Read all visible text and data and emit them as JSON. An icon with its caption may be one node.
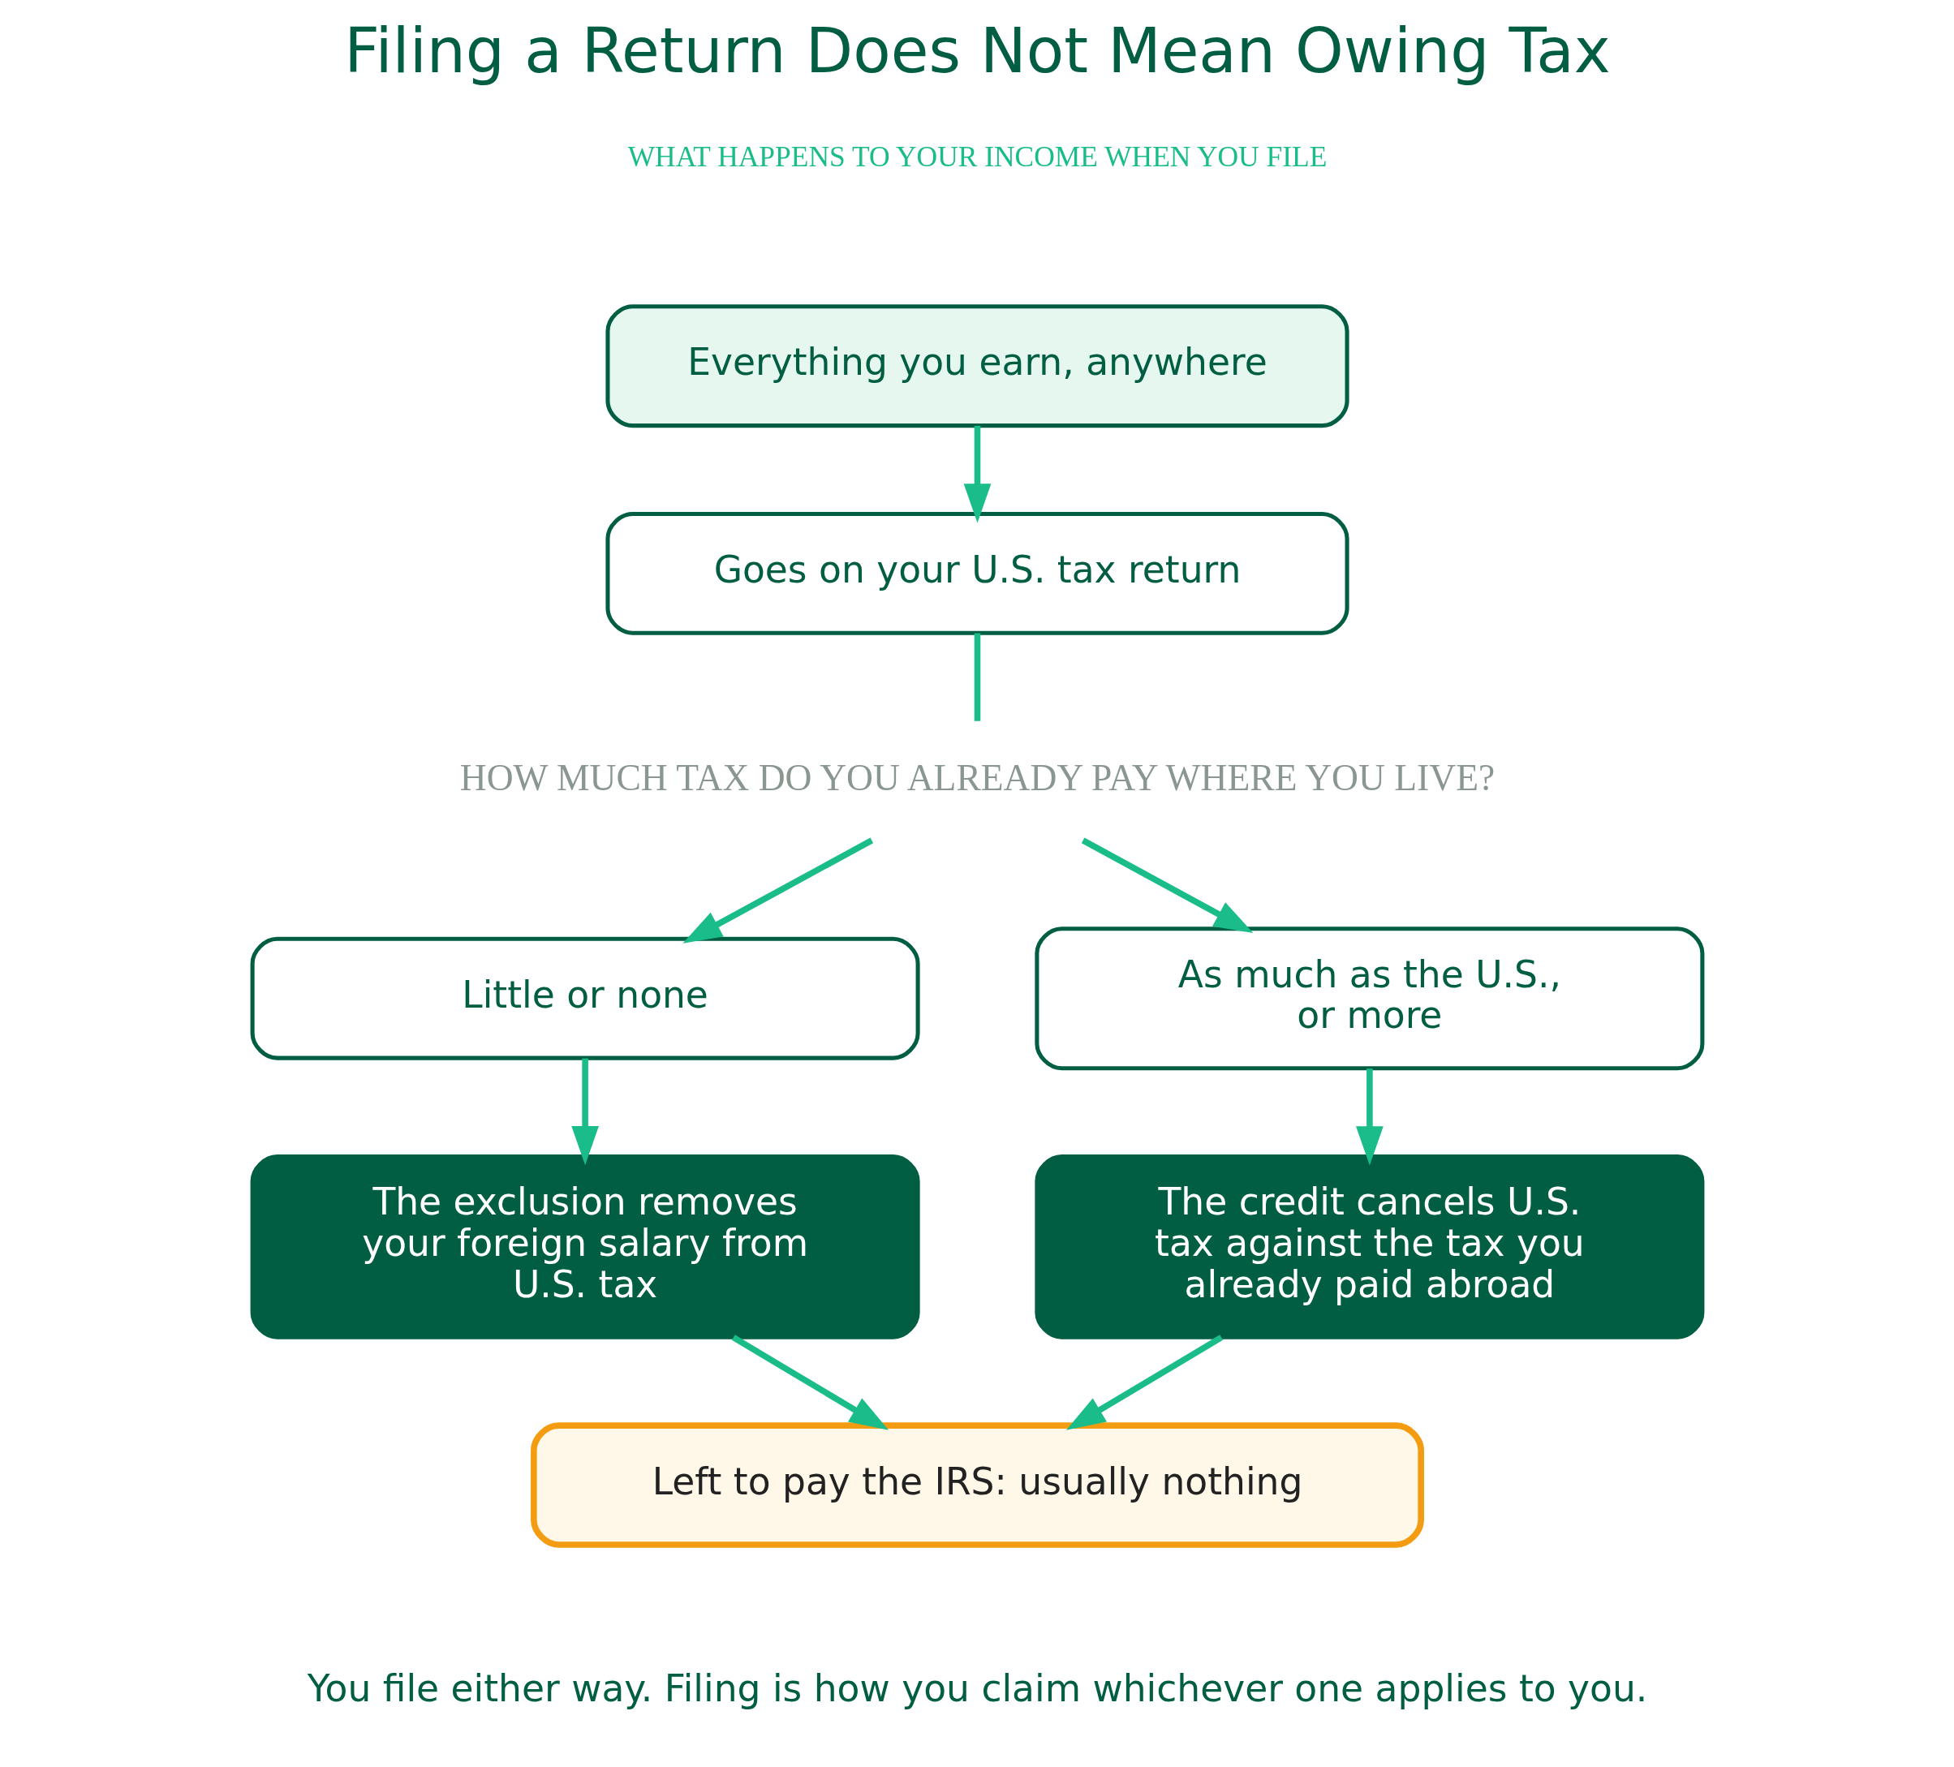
{
  "diagram": {
    "title": "Filing a Return Does Not Mean Owing Tax",
    "caption": "You file either way. Filing is how you claim whichever one applies to you.",
    "nodes": [
      {
        "text": [
          "Everything you earn, anywhere"
        ]
      },
      {
        "text": [
          "Goes on your U.S. tax return"
        ]
      },
      {
        "text": [
          "HOW MUCH TAX DO YOU ALREADY PAY WHERE YOU LIVE?"
        ]
      },
      {
        "text": [
          "Little or none"
        ]
      },
      {
        "text": [
          "As much as the U.S., or more"
        ]
      },
      {
        "text": [
          "The exclusion removes your foreign salary from U.S. tax"
        ]
      },
      {
        "text": [
          "The credit cancels U.S. tax against the tax you already paid abroad"
        ]
      },
      {
        "text": [
          "Left to pay the IRS: usually nothing"
        ]
      }
    ],
    "edges": [
      {
        "from": 0,
        "to": 1,
        "arrow": "to"
      },
      {
        "from": 1,
        "to": 2,
        "arrow": "none"
      },
      {
        "from": 2,
        "to": 3,
        "arrow": "to"
      },
      {
        "from": 2,
        "to": 4,
        "arrow": "to"
      },
      {
        "from": 3,
        "to": 5,
        "arrow": "to"
      },
      {
        "from": 4,
        "to": 6,
        "arrow": "to"
      },
      {
        "from": 5,
        "to": 7,
        "arrow": "to"
      },
      {
        "from": 6,
        "to": 7,
        "arrow": "to"
      }
    ],
    "labels": [
      "WHAT HAPPENS TO YOUR INCOME WHEN YOU FILE"
    ]
  }
}
